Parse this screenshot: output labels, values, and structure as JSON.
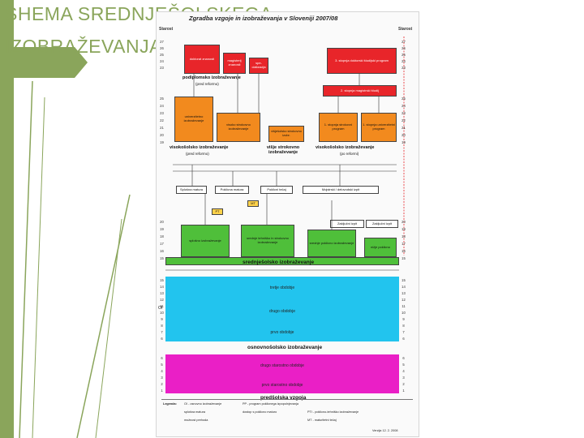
{
  "slide": {
    "title_line1": "SHEMA SREDNJEŠOLSKEGA",
    "title_line2": "IZOBRAŽEVANJA"
  },
  "doc": {
    "title": "Zgradba vzgoje in izobraževanja v Sloveniji 2007/08",
    "starost_left": "Starost",
    "starost_right": "Starost",
    "boxes": {
      "doktorat": "3. stopnja doktorski študijski program",
      "magisterij": "2. stopnja magistrski študij",
      "mag_tl": "doktorat znanosti",
      "mag_spec": "magisterij znanosti",
      "spec": "spe-cializacija",
      "univ": "univerzitetno izobraževanje",
      "visok": "visoko strokovno izobraževanje",
      "visja": "višješolsko strokovno izobr.",
      "s1": "1. stopnja strokovni program",
      "s1b": "1. stopnja univerzitetni program",
      "sp_mat": "Splošna matura",
      "pok_mat": "Poklicna matura",
      "pop_mat": "Poklicni tečaj",
      "mojst": "Mojstrski / delovodski izpit",
      "zak": "Zaključni izpit",
      "zak2": "Zaključni izpit",
      "gim": "splošno izobraževanje",
      "sred_tech": "srednje tehniško in strokovno izobraževanje",
      "sred_pokl": "srednje poklicno izobraževanje",
      "niz": "nižje poklicno"
    },
    "labels": {
      "podipl": "podiplomsko izobraževanje",
      "podipl_sub": "(pred reformo)",
      "visokosol": "visokošolsko izobraževanje",
      "visokosol_sub": "(pred reformo)",
      "visja_sol": "višje strokovno izobraževanje",
      "visokosol2": "visokošolsko izobraževanje",
      "visokosol2_sub": "(po reformi)",
      "srednje": "srednješolsko izobraževanje",
      "osnovno": "osnovnošolsko izobraževanje",
      "predsol": "predšolska vzgoja",
      "oi": "OI",
      "mt": "MT",
      "pt": "PT"
    },
    "bands": {
      "tretje": "tretje obdobje",
      "drugo": "drugo obdobje",
      "prvo": "prvo obdobje",
      "drugo_st": "drugo starostno obdobje",
      "prvo_st": "prvo starostno obdobje"
    },
    "ages_top": [
      "27",
      "26",
      "25",
      "24",
      "23"
    ],
    "ages_mid": [
      "25",
      "24",
      "23",
      "22",
      "21",
      "20",
      "19"
    ],
    "ages_sec": [
      "20",
      "19",
      "18",
      "17",
      "16",
      "15"
    ],
    "ages_prim": [
      "15",
      "14",
      "13",
      "12",
      "11",
      "10",
      "9",
      "8",
      "7",
      "6"
    ],
    "ages_pre": [
      "6",
      "5",
      "4",
      "3",
      "2",
      "1"
    ],
    "legend": {
      "title": "Legenda:",
      "oi": "OI - osnovno izobraževanje",
      "pp": "PP - program poklicnega izpopolnjevanja",
      "l1": "splošna matura",
      "l2": "dostop s poklicno maturo",
      "l3": "PTI - poklicno-tehniško izobraževanje",
      "l4": "možnost prehoda",
      "l5": "MT - maturitetni tečaj",
      "version": "Verzija 12. 2. 2008"
    }
  }
}
